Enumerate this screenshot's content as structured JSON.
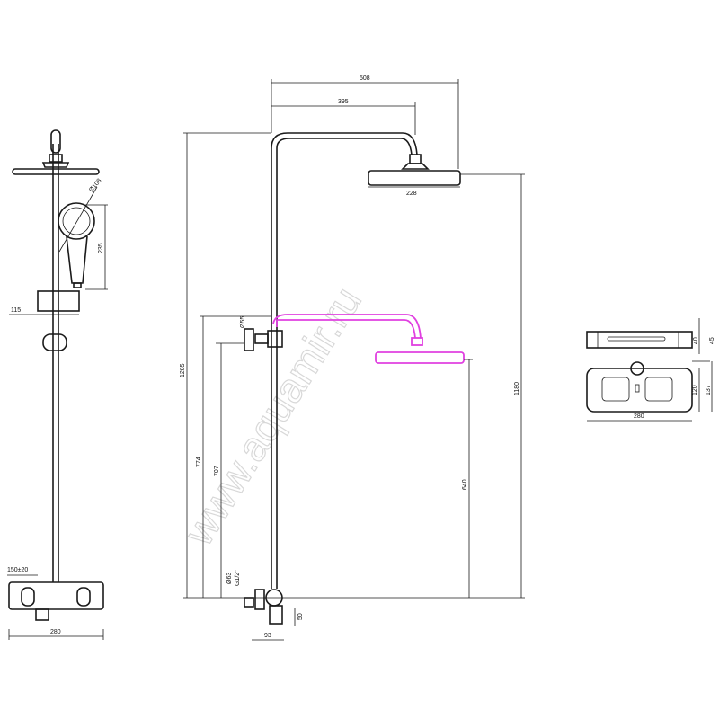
{
  "watermark": "www.aquamir.ru",
  "accent_color": "#e040e0",
  "side_view": {
    "hand_shower_diameter": "Ø108",
    "hand_shower_height": "235",
    "holder_offset": "115",
    "mixer_spacing": "150±20",
    "mixer_width": "280"
  },
  "front_view": {
    "total_reach": "508",
    "arm_reach": "395",
    "head_diameter": "228",
    "total_height": "1285",
    "head_height": "1180",
    "low_arm_height": "774",
    "holder_height": "707",
    "low_head_height": "640",
    "holder_diameter": "Ø55",
    "inlet_diameter": "Ø63",
    "inlet_thread": "G1/2\"",
    "mixer_depth": "93",
    "spout_height": "50"
  },
  "shelf_view": {
    "top_thickness": "40",
    "top_total": "45",
    "shelf_depth": "120",
    "shelf_total_depth": "137",
    "shelf_width": "280"
  }
}
